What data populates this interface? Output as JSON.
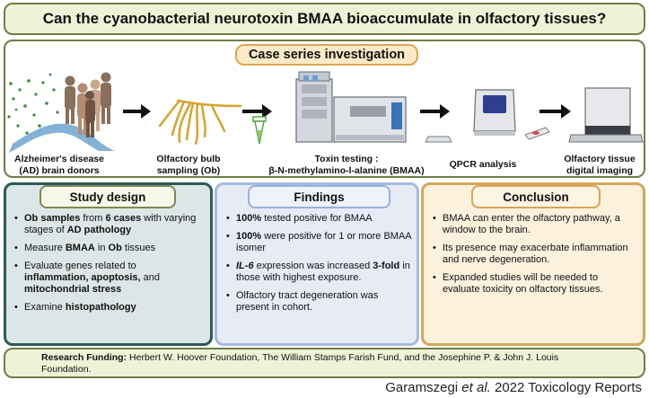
{
  "title": "Can the cyanobacterial neurotoxin BMAA bioaccumulate in olfactory tissues?",
  "case_series": "Case series investigation",
  "steps": [
    {
      "label_line1": "Alzheimer's disease",
      "label_line2": "(AD) brain donors"
    },
    {
      "label_line1": "Olfactory bulb",
      "label_line2": "sampling (Ob)"
    },
    {
      "label_line1": "Toxin testing :",
      "label_line2": "β-N-methylamino-l-alanine (BMAA)"
    },
    {
      "label_line1": "QPCR analysis",
      "label_line2": ""
    },
    {
      "label_line1": "Olfactory tissue",
      "label_line2": "digital imaging"
    }
  ],
  "study_design": {
    "heading": "Study design",
    "items": [
      {
        "b1": "Ob samples",
        "t1": " from ",
        "b2": "6 cases",
        "t2": " with varying stages of ",
        "b3": "AD pathology"
      },
      {
        "t1": "Measure ",
        "b1": "BMAA",
        "t2": " in ",
        "b2": "Ob",
        "t3": " tissues"
      },
      {
        "t1": "Evaluate genes related to ",
        "b1": "inflammation, apoptosis,",
        "t2": " and ",
        "b2": "mitochondrial stress"
      },
      {
        "t1": "Examine ",
        "b1": "histopathology"
      }
    ]
  },
  "findings": {
    "heading": "Findings",
    "items": [
      {
        "b1": "100%",
        "t1": " tested positive for BMAA"
      },
      {
        "b1": "100%",
        "t1": "  were positive for 1 or more BMAA isomer"
      },
      {
        "i1": "IL-6",
        "t1": " expression was increased ",
        "b1": "3-fold",
        "t2": " in those with highest exposure."
      },
      {
        "t1": "Olfactory tract degeneration was present in cohort."
      }
    ]
  },
  "conclusion": {
    "heading": "Conclusion",
    "items": [
      "BMAA can enter the olfactory pathway, a window to the brain.",
      "Its presence may exacerbate inflammation and nerve degeneration.",
      "Expanded studies will be needed to evaluate toxicity on olfactory tissues."
    ]
  },
  "funding": {
    "label": "Research Funding:",
    "text": " Herbert W. Hoover Foundation, The William Stamps Farish Fund, and the Josephine P. & John J. Louis Foundation."
  },
  "citation": {
    "author": "Garamszegi ",
    "etal": "et al.",
    "rest": " 2022 Toxicology Reports"
  },
  "colors": {
    "olive_border": "#6f7d45",
    "teal_border": "#2b5a55",
    "blue_border": "#a6b9de",
    "orange_border": "#d4a55a"
  }
}
